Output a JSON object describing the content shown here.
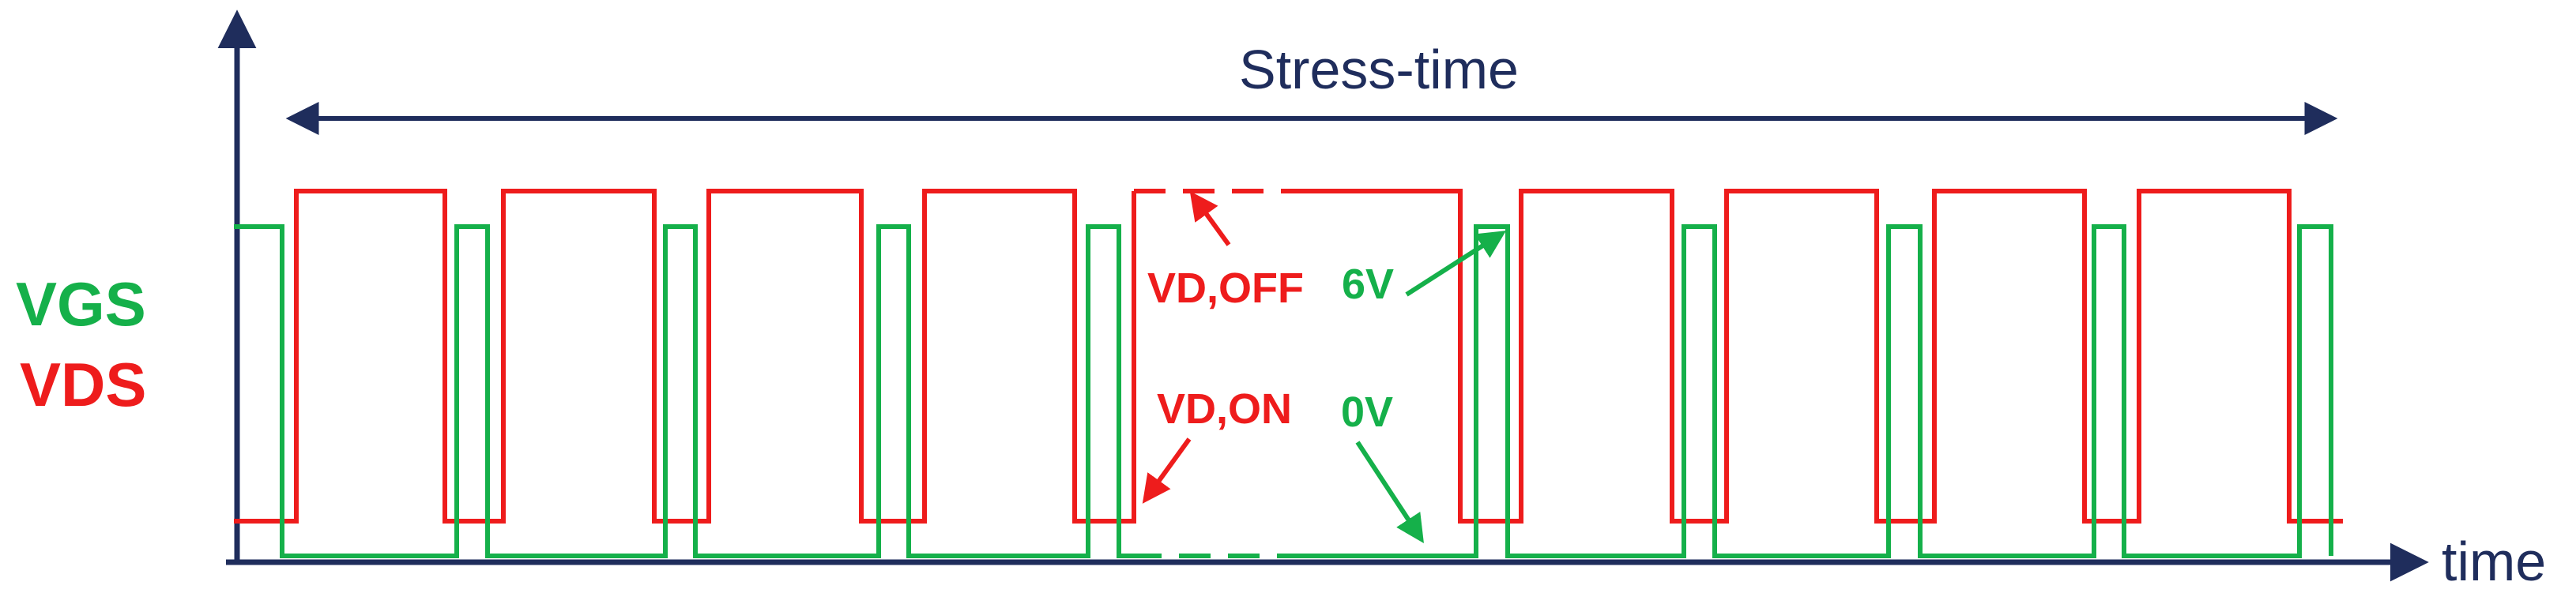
{
  "title": "Stress-time",
  "x_axis_label": "time",
  "legend": {
    "vgs": {
      "label": "VGS",
      "color": "#15b04a"
    },
    "vds": {
      "label": "VDS",
      "color": "#ee1c1c"
    }
  },
  "annotations": {
    "vd_off": "VD,OFF",
    "vd_on": "VD,ON",
    "v_high": "6V",
    "v_low": "0V"
  },
  "colors": {
    "axis": "#1f2d5c",
    "vgs": "#15b04a",
    "vds": "#ee1c1c"
  }
}
